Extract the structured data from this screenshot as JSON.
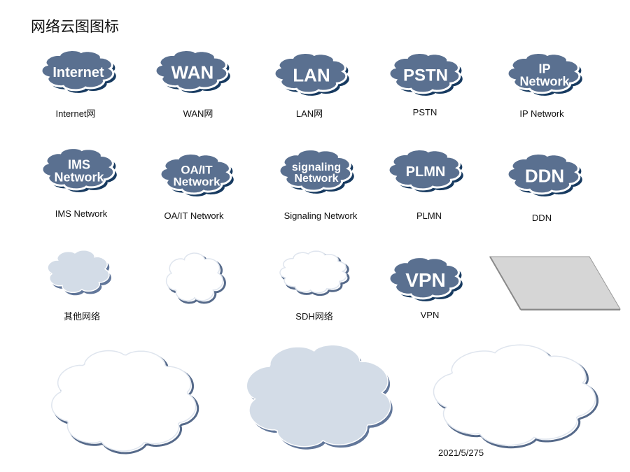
{
  "page": {
    "title": "网络云图图标",
    "page_number": "2021/5/275"
  },
  "colors": {
    "cloud_fill": "#5a7090",
    "cloud_dark": "#173a60",
    "cloud_light": "#d3dce7",
    "cloud_outline": "#566a8a"
  },
  "icons": [
    {
      "name": "internet",
      "lines": [
        "Internet"
      ],
      "caption": "Internet网"
    },
    {
      "name": "wan",
      "lines": [
        "WAN"
      ],
      "caption": "WAN网"
    },
    {
      "name": "lan",
      "lines": [
        "LAN"
      ],
      "caption": "LAN网"
    },
    {
      "name": "pstn",
      "lines": [
        "PSTN"
      ],
      "caption": "PSTN"
    },
    {
      "name": "ip-network",
      "lines": [
        "IP",
        "Network"
      ],
      "caption": "IP Network"
    },
    {
      "name": "ims-network",
      "lines": [
        "IMS",
        "Network"
      ],
      "caption": "IMS Network"
    },
    {
      "name": "oait-network",
      "lines": [
        "OA/IT",
        "Network"
      ],
      "caption": "OA/IT Network"
    },
    {
      "name": "signaling-network",
      "lines": [
        "signaling",
        "Network"
      ],
      "caption": "Signaling Network"
    },
    {
      "name": "plmn",
      "lines": [
        "PLMN"
      ],
      "caption": "PLMN"
    },
    {
      "name": "ddn",
      "lines": [
        "DDN"
      ],
      "caption": "DDN"
    },
    {
      "name": "other-network",
      "lines": [],
      "caption": "其他网络"
    },
    {
      "name": "outline-cloud",
      "lines": [],
      "caption": ""
    },
    {
      "name": "sdh-network",
      "lines": [],
      "caption": "SDH网络"
    },
    {
      "name": "vpn",
      "lines": [
        "VPN"
      ],
      "caption": "VPN"
    },
    {
      "name": "plane",
      "lines": [],
      "caption": ""
    },
    {
      "name": "large-outline-cloud-1",
      "lines": [],
      "caption": ""
    },
    {
      "name": "large-filled-cloud",
      "lines": [],
      "caption": ""
    },
    {
      "name": "large-outline-cloud-2",
      "lines": [],
      "caption": ""
    }
  ]
}
